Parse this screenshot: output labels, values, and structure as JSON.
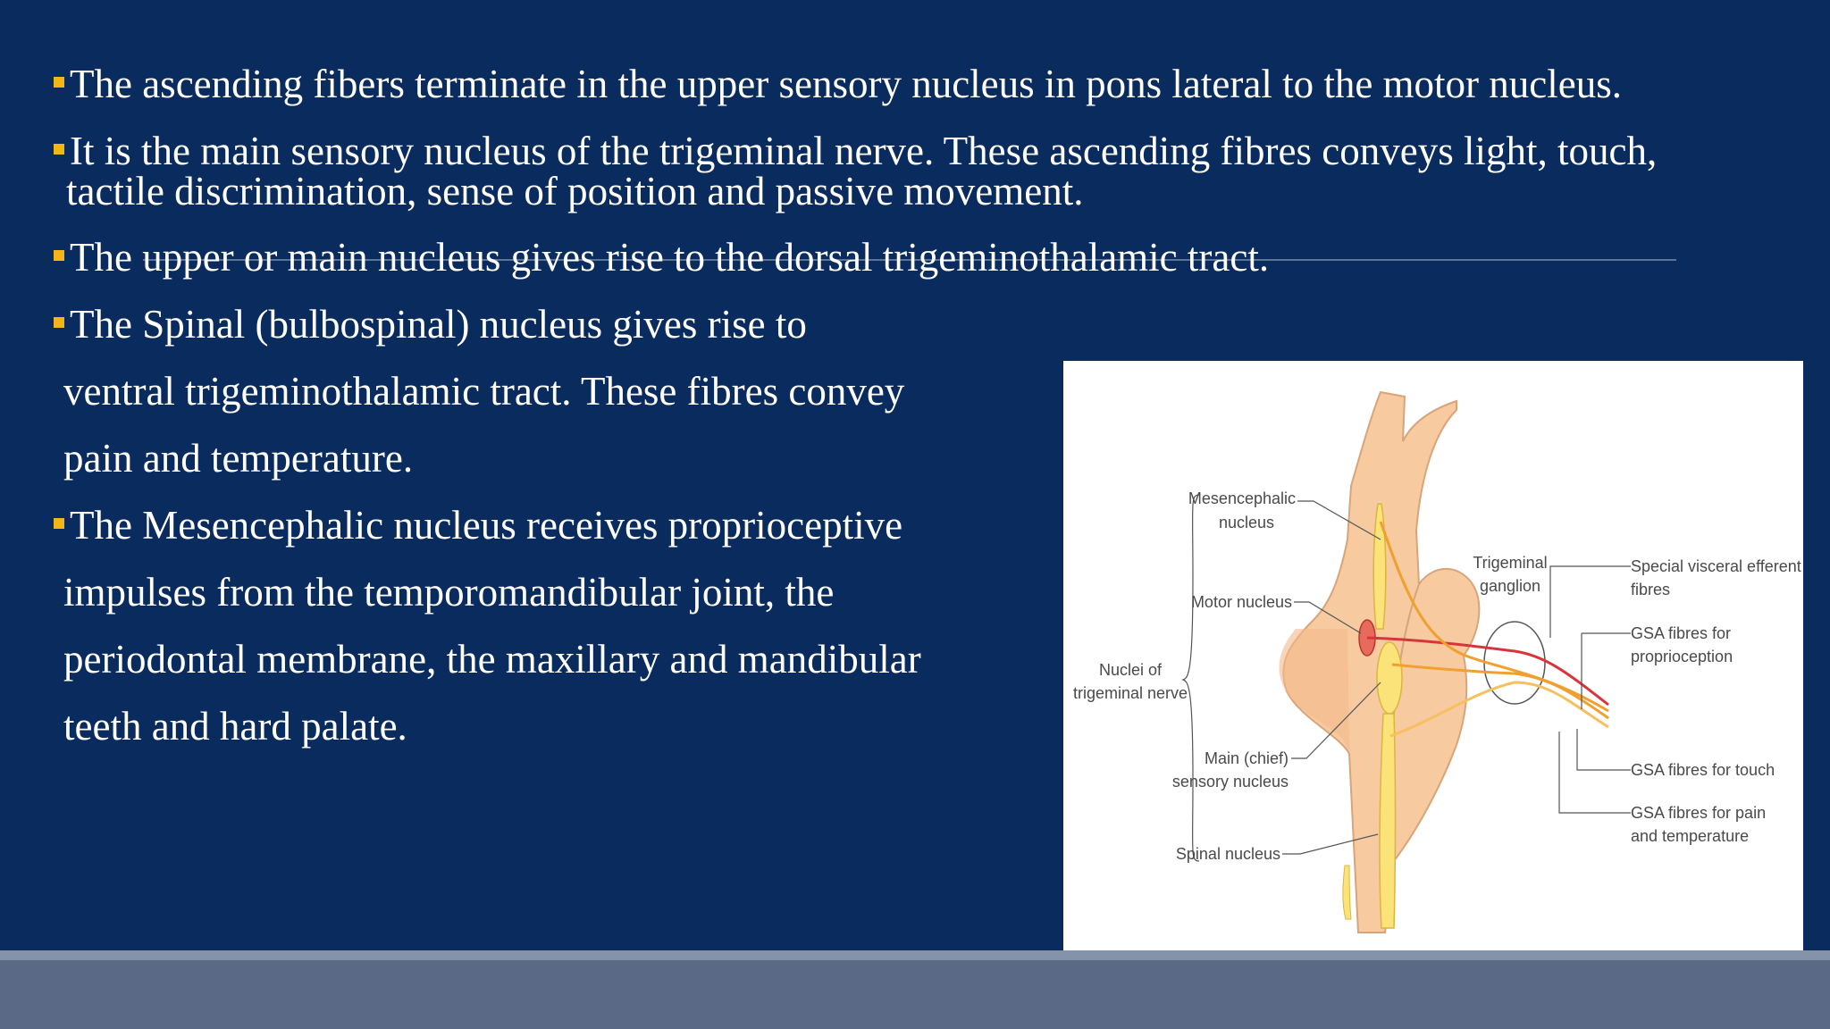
{
  "slide": {
    "bullets": [
      {
        "line1": "The ascending fibers terminate in the upper sensory nucleus in pons lateral to the motor nucleus."
      },
      {
        "line1": "It is the main sensory nucleus of the trigeminal nerve. These ascending fibres conveys light, touch,",
        "line2": "tactile discrimination, sense of position and passive movement."
      },
      {
        "line1": "The upper or main nucleus gives rise to the dorsal trigeminothalamic tract."
      },
      {
        "line1": "The Spinal (bulbospinal) nucleus gives rise to",
        "line2": "ventral trigeminothalamic tract. These fibres convey",
        "line3": "pain and temperature."
      },
      {
        "line1": "The Mesencephalic nucleus receives proprioceptive",
        "line2": "impulses from the temporomandibular joint, the",
        "line3": "periodontal membrane, the maxillary and mandibular",
        "line4": "teeth and hard palate."
      }
    ],
    "colors": {
      "background": "#0a2b5e",
      "bullet": "#f2b619",
      "footer": "#5a6a86"
    }
  },
  "figure": {
    "labels": {
      "mesencephalic_1": "Mesencephalic",
      "mesencephalic_2": "nucleus",
      "motor": "Motor nucleus",
      "nuclei_1": "Nuclei of",
      "nuclei_2": "trigeminal nerve",
      "main_1": "Main (chief)",
      "main_2": "sensory nucleus",
      "spinal": "Spinal nucleus",
      "ganglion_1": "Trigeminal",
      "ganglion_2": "ganglion",
      "sve_1": "Special visceral efferent",
      "sve_2": "fibres",
      "gsa_prop_1": "GSA fibres for",
      "gsa_prop_2": "proprioception",
      "gsa_touch": "GSA fibres for touch",
      "gsa_pain_1": "GSA fibres for pain",
      "gsa_pain_2": "and temperature"
    },
    "colors": {
      "brainstem": "#f7caa0",
      "nucleus": "#fbe37a",
      "motor_fibre": "#d9343a",
      "sensory_fibre": "#f0a030"
    }
  }
}
